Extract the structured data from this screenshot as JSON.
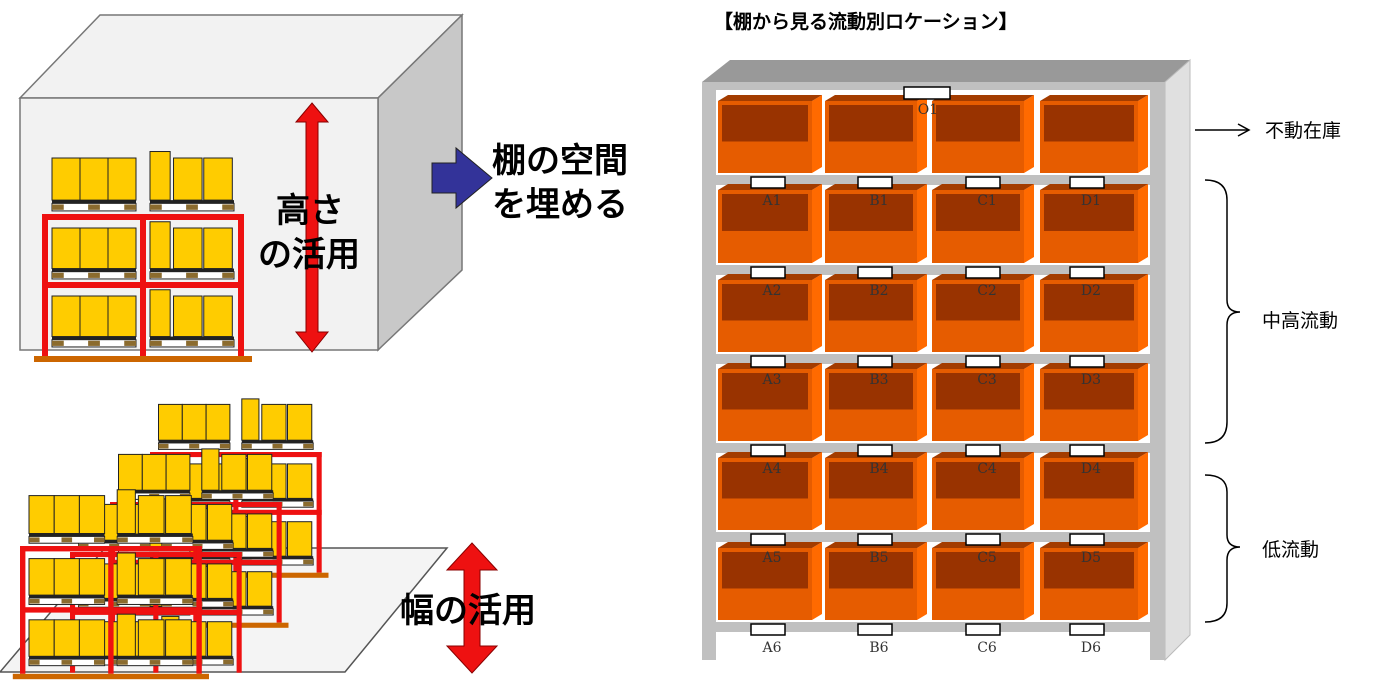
{
  "left_top": {
    "height_label_1": "高さ",
    "height_label_2": "の活用",
    "arrow_text_1": "棚の空間",
    "arrow_text_2": "を埋める"
  },
  "left_bottom": {
    "width_label": "幅の活用"
  },
  "shelf": {
    "title": "【棚から見る流動別ロケーション】",
    "top_label": "O1",
    "rows": [
      [
        "A1",
        "B1",
        "C1",
        "D1"
      ],
      [
        "A2",
        "B2",
        "C2",
        "D2"
      ],
      [
        "A3",
        "B3",
        "C3",
        "D3"
      ],
      [
        "A4",
        "B4",
        "C4",
        "D4"
      ],
      [
        "A5",
        "B5",
        "C5",
        "D5"
      ],
      [
        "A6",
        "B6",
        "C6",
        "D6"
      ]
    ]
  },
  "categories": {
    "dead_stock": "不動在庫",
    "mid_high_flow": "中高流動",
    "low_flow": "低流動"
  },
  "colors": {
    "rack_red": "#ee1111",
    "box_yellow": "#ffcc00",
    "bin_orange": "#e65c00",
    "bin_inner": "#993300",
    "arrow_blue": "#333399",
    "frame_gray": "#c0c0c0"
  }
}
